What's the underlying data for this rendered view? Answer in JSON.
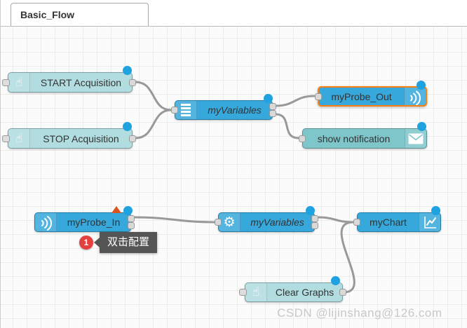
{
  "tab": {
    "title": "Basic_Flow"
  },
  "nodes": {
    "start_acquisition": {
      "label": "START Acquisition",
      "icon": "hand-pointer-icon"
    },
    "stop_acquisition": {
      "label": "STOP Acquisition",
      "icon": "hand-pointer-icon"
    },
    "myvariables_top": {
      "label": "myVariables",
      "icon": "list-icon"
    },
    "myprobe_out": {
      "label": "myProbe_Out",
      "icon": "signal-icon",
      "selected": true
    },
    "show_notification": {
      "label": "show notification",
      "icon": "envelope-icon"
    },
    "myprobe_in": {
      "label": "myProbe_In",
      "icon": "signal-icon",
      "has_error": true
    },
    "myvariables_bottom": {
      "label": "myVariables",
      "icon": "gear-icon"
    },
    "mychart": {
      "label": "myChart",
      "icon": "chart-icon"
    },
    "clear_graphs": {
      "label": "Clear Graphs",
      "icon": "hand-pointer-icon"
    }
  },
  "annotation": {
    "badge_count": "1",
    "tooltip_text": "双击配置"
  },
  "watermark": "CSDN @lijinshang@126.com",
  "colors": {
    "node_blue": "#37a8db",
    "node_teal_light": "#b2dde0",
    "node_teal": "#7fc6ca",
    "selection_orange": "#ff7f0e",
    "changed_indicator_blue": "#1fa2e0",
    "error_triangle_orange": "#d9541e",
    "badge_red": "#e3403f",
    "wire_gray": "#999999"
  }
}
